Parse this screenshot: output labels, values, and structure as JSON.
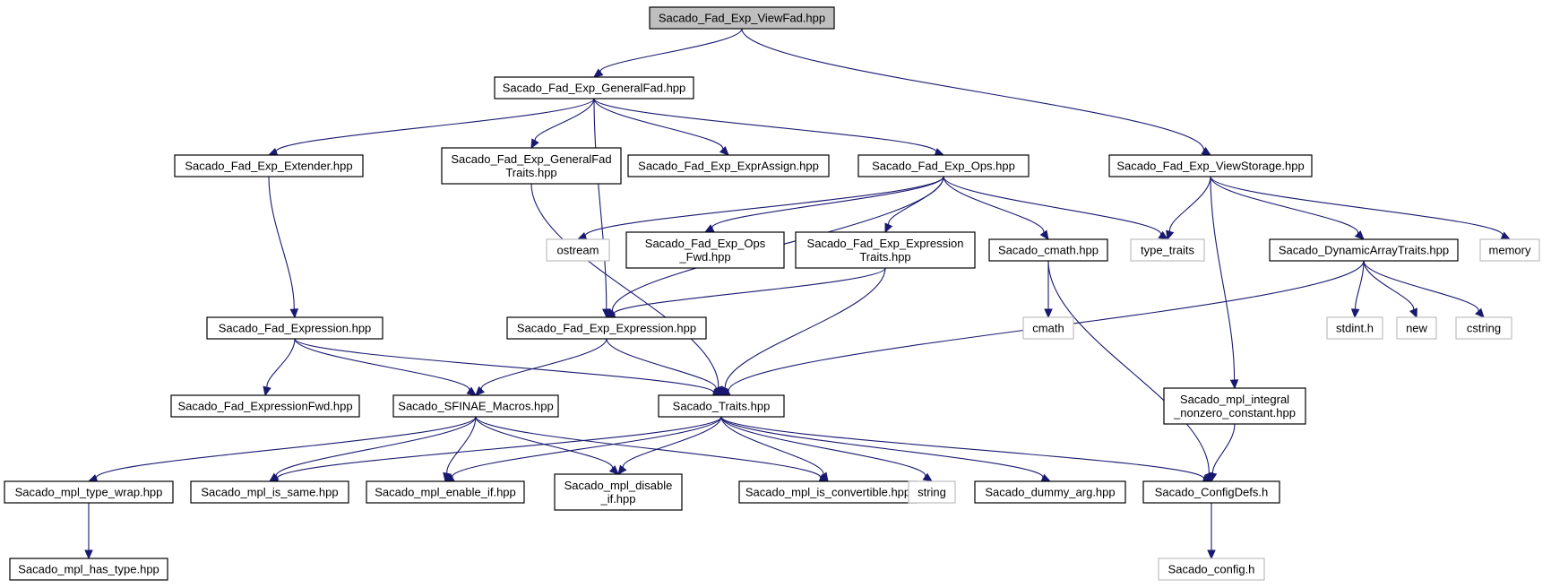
{
  "colors": {
    "edge": "#191970",
    "root_fill": "#bfbfbf",
    "external_border": "#bfbfbf",
    "node_border": "#000000"
  },
  "nodes": [
    {
      "id": "viewfad",
      "lines": [
        "Sacado_Fad_Exp_ViewFad.hpp"
      ],
      "kind": "root"
    },
    {
      "id": "generalfad",
      "lines": [
        "Sacado_Fad_Exp_GeneralFad.hpp"
      ],
      "kind": "file"
    },
    {
      "id": "viewstorage",
      "lines": [
        "Sacado_Fad_Exp_ViewStorage.hpp"
      ],
      "kind": "file"
    },
    {
      "id": "extender",
      "lines": [
        "Sacado_Fad_Exp_Extender.hpp"
      ],
      "kind": "file"
    },
    {
      "id": "gftraits",
      "lines": [
        "Sacado_Fad_Exp_GeneralFad",
        "Traits.hpp"
      ],
      "kind": "file"
    },
    {
      "id": "exprassign",
      "lines": [
        "Sacado_Fad_Exp_ExprAssign.hpp"
      ],
      "kind": "file"
    },
    {
      "id": "ops",
      "lines": [
        "Sacado_Fad_Exp_Ops.hpp"
      ],
      "kind": "file"
    },
    {
      "id": "ostream",
      "lines": [
        "ostream"
      ],
      "kind": "external"
    },
    {
      "id": "opsfwd",
      "lines": [
        "Sacado_Fad_Exp_Ops",
        "_Fwd.hpp"
      ],
      "kind": "file"
    },
    {
      "id": "exprtraits",
      "lines": [
        "Sacado_Fad_Exp_Expression",
        "Traits.hpp"
      ],
      "kind": "file"
    },
    {
      "id": "cmathhpp",
      "lines": [
        "Sacado_cmath.hpp"
      ],
      "kind": "file"
    },
    {
      "id": "typetraits",
      "lines": [
        "type_traits"
      ],
      "kind": "external"
    },
    {
      "id": "dyntraits",
      "lines": [
        "Sacado_DynamicArrayTraits.hpp"
      ],
      "kind": "file"
    },
    {
      "id": "memory",
      "lines": [
        "memory"
      ],
      "kind": "external"
    },
    {
      "id": "fadexpr",
      "lines": [
        "Sacado_Fad_Expression.hpp"
      ],
      "kind": "file"
    },
    {
      "id": "expexpr",
      "lines": [
        "Sacado_Fad_Exp_Expression.hpp"
      ],
      "kind": "file"
    },
    {
      "id": "cmath",
      "lines": [
        "cmath"
      ],
      "kind": "external"
    },
    {
      "id": "stdint",
      "lines": [
        "stdint.h"
      ],
      "kind": "external"
    },
    {
      "id": "new",
      "lines": [
        "new"
      ],
      "kind": "external"
    },
    {
      "id": "cstring",
      "lines": [
        "cstring"
      ],
      "kind": "external"
    },
    {
      "id": "exprfwd",
      "lines": [
        "Sacado_Fad_ExpressionFwd.hpp"
      ],
      "kind": "file"
    },
    {
      "id": "sfinae",
      "lines": [
        "Sacado_SFINAE_Macros.hpp"
      ],
      "kind": "file"
    },
    {
      "id": "traits",
      "lines": [
        "Sacado_Traits.hpp"
      ],
      "kind": "file"
    },
    {
      "id": "integral",
      "lines": [
        "Sacado_mpl_integral",
        "_nonzero_constant.hpp"
      ],
      "kind": "file"
    },
    {
      "id": "typewrap",
      "lines": [
        "Sacado_mpl_type_wrap.hpp"
      ],
      "kind": "file"
    },
    {
      "id": "issame",
      "lines": [
        "Sacado_mpl_is_same.hpp"
      ],
      "kind": "file"
    },
    {
      "id": "enableif",
      "lines": [
        "Sacado_mpl_enable_if.hpp"
      ],
      "kind": "file"
    },
    {
      "id": "disableif",
      "lines": [
        "Sacado_mpl_disable",
        "_if.hpp"
      ],
      "kind": "file"
    },
    {
      "id": "isconv",
      "lines": [
        "Sacado_mpl_is_convertible.hpp"
      ],
      "kind": "file"
    },
    {
      "id": "string",
      "lines": [
        "string"
      ],
      "kind": "external"
    },
    {
      "id": "dummyarg",
      "lines": [
        "Sacado_dummy_arg.hpp"
      ],
      "kind": "file"
    },
    {
      "id": "configdefs",
      "lines": [
        "Sacado_ConfigDefs.h"
      ],
      "kind": "file"
    },
    {
      "id": "hastype",
      "lines": [
        "Sacado_mpl_has_type.hpp"
      ],
      "kind": "file"
    },
    {
      "id": "config",
      "lines": [
        "Sacado_config.h"
      ],
      "kind": "external"
    }
  ],
  "edges": [
    {
      "from": "viewfad",
      "to": "generalfad"
    },
    {
      "from": "viewfad",
      "to": "viewstorage"
    },
    {
      "from": "generalfad",
      "to": "extender"
    },
    {
      "from": "generalfad",
      "to": "gftraits"
    },
    {
      "from": "generalfad",
      "to": "exprassign"
    },
    {
      "from": "generalfad",
      "to": "ops"
    },
    {
      "from": "generalfad",
      "to": "expexpr"
    },
    {
      "from": "extender",
      "to": "fadexpr"
    },
    {
      "from": "gftraits",
      "to": "traits"
    },
    {
      "from": "ops",
      "to": "ostream"
    },
    {
      "from": "ops",
      "to": "opsfwd"
    },
    {
      "from": "ops",
      "to": "exprtraits"
    },
    {
      "from": "ops",
      "to": "cmathhpp"
    },
    {
      "from": "ops",
      "to": "typetraits"
    },
    {
      "from": "ops",
      "to": "expexpr"
    },
    {
      "from": "viewstorage",
      "to": "typetraits"
    },
    {
      "from": "viewstorage",
      "to": "dyntraits"
    },
    {
      "from": "viewstorage",
      "to": "memory"
    },
    {
      "from": "viewstorage",
      "to": "integral"
    },
    {
      "from": "exprtraits",
      "to": "expexpr"
    },
    {
      "from": "exprtraits",
      "to": "traits"
    },
    {
      "from": "cmathhpp",
      "to": "cmath"
    },
    {
      "from": "cmathhpp",
      "to": "configdefs"
    },
    {
      "from": "dyntraits",
      "to": "stdint"
    },
    {
      "from": "dyntraits",
      "to": "new"
    },
    {
      "from": "dyntraits",
      "to": "cstring"
    },
    {
      "from": "dyntraits",
      "to": "traits"
    },
    {
      "from": "fadexpr",
      "to": "exprfwd"
    },
    {
      "from": "fadexpr",
      "to": "sfinae"
    },
    {
      "from": "fadexpr",
      "to": "traits"
    },
    {
      "from": "expexpr",
      "to": "sfinae"
    },
    {
      "from": "expexpr",
      "to": "traits"
    },
    {
      "from": "sfinae",
      "to": "typewrap"
    },
    {
      "from": "sfinae",
      "to": "issame"
    },
    {
      "from": "sfinae",
      "to": "enableif"
    },
    {
      "from": "sfinae",
      "to": "disableif"
    },
    {
      "from": "sfinae",
      "to": "isconv"
    },
    {
      "from": "traits",
      "to": "issame"
    },
    {
      "from": "traits",
      "to": "enableif"
    },
    {
      "from": "traits",
      "to": "disableif"
    },
    {
      "from": "traits",
      "to": "isconv"
    },
    {
      "from": "traits",
      "to": "string"
    },
    {
      "from": "traits",
      "to": "dummyarg"
    },
    {
      "from": "traits",
      "to": "configdefs"
    },
    {
      "from": "integral",
      "to": "configdefs"
    },
    {
      "from": "typewrap",
      "to": "hastype"
    },
    {
      "from": "configdefs",
      "to": "config"
    }
  ]
}
